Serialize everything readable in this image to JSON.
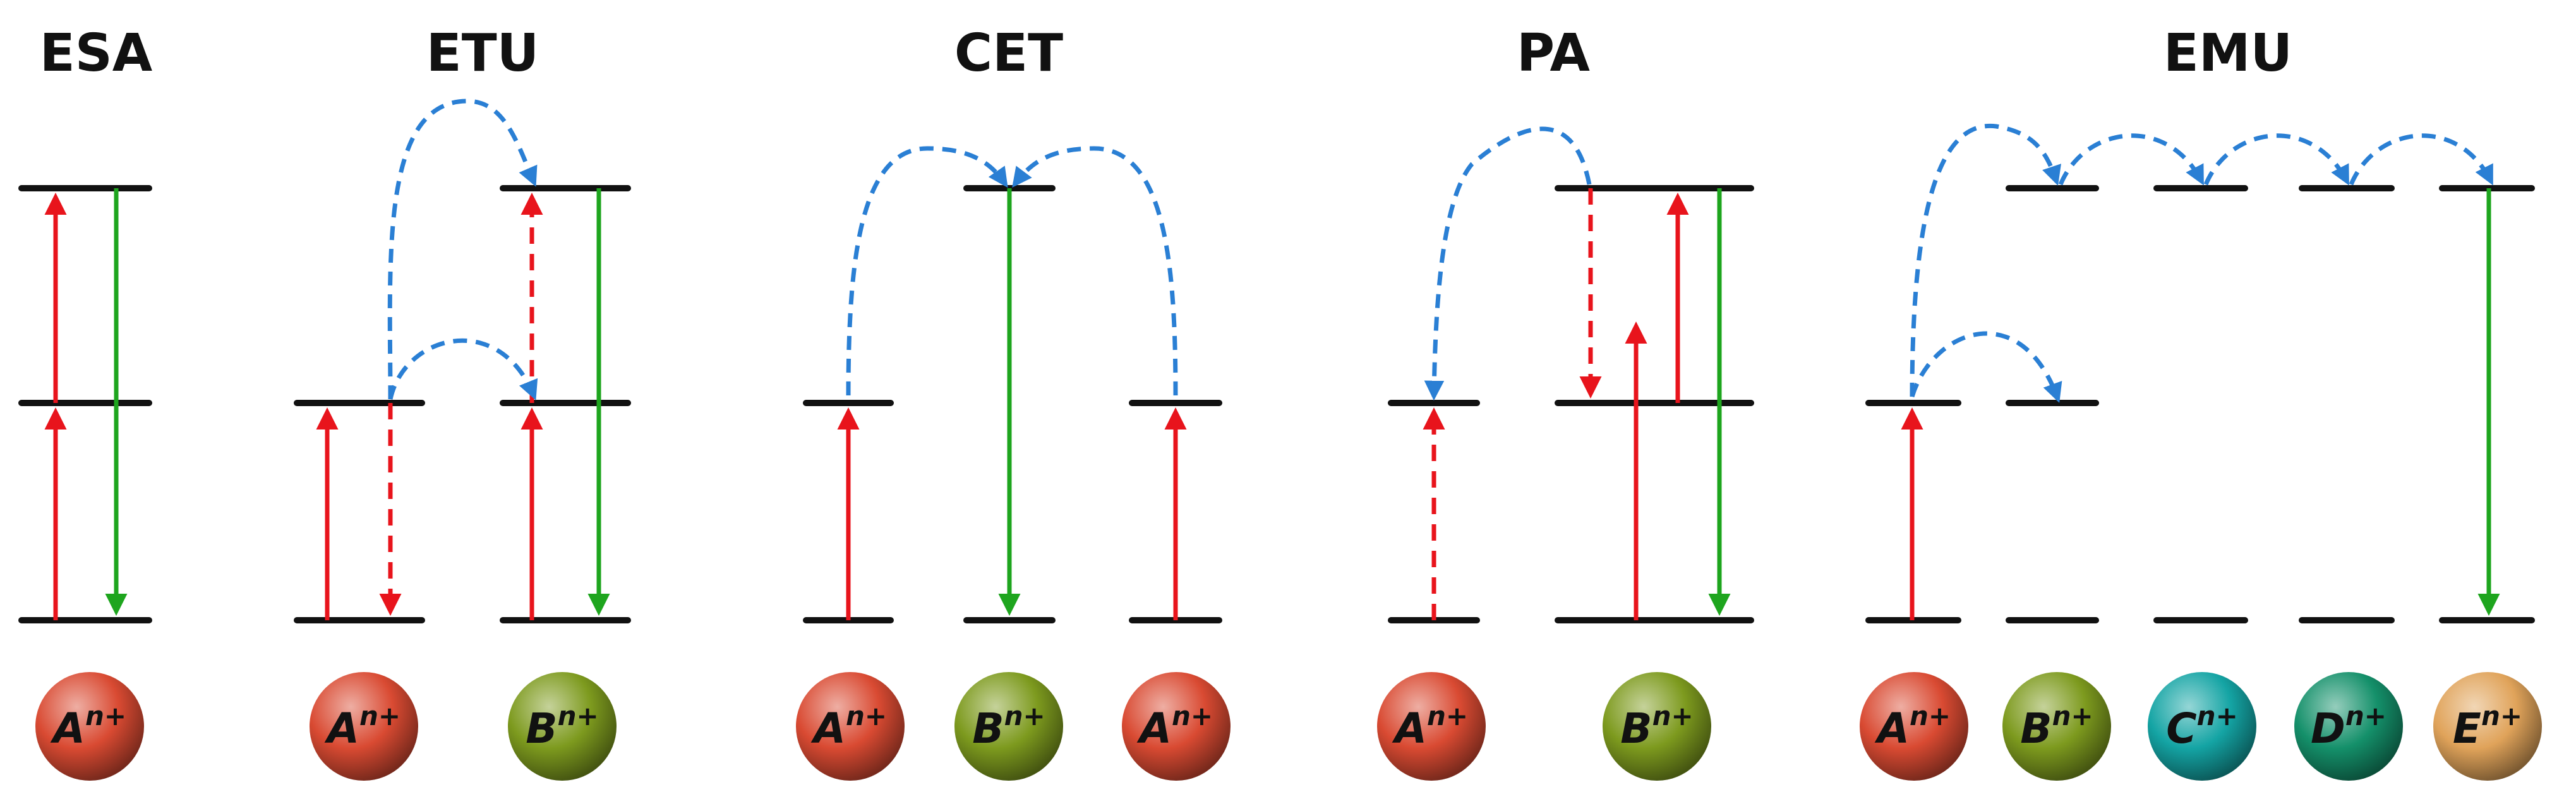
{
  "panels": [
    {
      "title": "ESA",
      "ions": [
        {
          "label": "A",
          "sup": "n+",
          "color": "#d94a32"
        }
      ]
    },
    {
      "title": "ETU",
      "ions": [
        {
          "label": "A",
          "sup": "n+",
          "color": "#d94a32"
        },
        {
          "label": "B",
          "sup": "n+",
          "color": "#7d9a1e"
        }
      ]
    },
    {
      "title": "CET",
      "ions": [
        {
          "label": "A",
          "sup": "n+",
          "color": "#d94a32"
        },
        {
          "label": "B",
          "sup": "n+",
          "color": "#7d9a1e"
        },
        {
          "label": "A",
          "sup": "n+",
          "color": "#d94a32"
        }
      ]
    },
    {
      "title": "PA",
      "ions": [
        {
          "label": "A",
          "sup": "n+",
          "color": "#d94a32"
        },
        {
          "label": "B",
          "sup": "n+",
          "color": "#7d9a1e"
        }
      ]
    },
    {
      "title": "EMU",
      "ions": [
        {
          "label": "A",
          "sup": "n+",
          "color": "#d94a32"
        },
        {
          "label": "B",
          "sup": "n+",
          "color": "#7d9a1e"
        },
        {
          "label": "C",
          "sup": "n+",
          "color": "#14a4a4"
        },
        {
          "label": "D",
          "sup": "n+",
          "color": "#14906a"
        },
        {
          "label": "E",
          "sup": "n+",
          "color": "#e0a35a"
        }
      ]
    }
  ],
  "colors": {
    "level": "#111111",
    "excitation": "#e8141c",
    "emission": "#1ea51e",
    "energy_transfer": "#2a7fd4",
    "glow_A": "#f2a09a",
    "glow_B": "#c6d88a",
    "glow_C": "#8fdcdc",
    "glow_D": "#8fd8c0",
    "glow_E": "#f0c88e"
  }
}
